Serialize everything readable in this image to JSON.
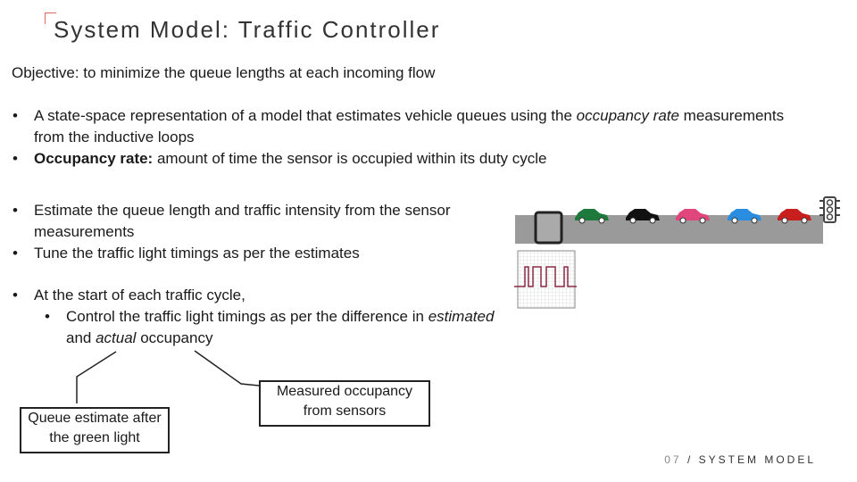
{
  "title": "System Model: Traffic Controller",
  "objective": "Objective: to minimize the queue lengths at each incoming flow",
  "bullets1": {
    "b1_pre": "A state-space representation of a model that estimates vehicle queues using the ",
    "b1_em": "occupancy rate",
    "b1_post": " measurements from the inductive loops",
    "b2_bold": "Occupancy rate:",
    "b2_rest": " amount of time the sensor is occupied within its duty cycle"
  },
  "bullets2": {
    "b1": "Estimate the queue length and traffic intensity from the sensor measurements",
    "b2": "Tune the traffic light timings as per the estimates"
  },
  "bullets3": {
    "b1": "At the start of each traffic cycle,",
    "sub_pre": "Control the traffic light timings as per the difference in ",
    "sub_em1": "estimated",
    "sub_mid": " and ",
    "sub_em2": "actual",
    "sub_post": " occupancy"
  },
  "callouts": {
    "queue_estimate": "Queue estimate after the green light",
    "measured": "Measured occupancy from sensors"
  },
  "footer": {
    "page": "07",
    "sep": "/",
    "section": "SYSTEM MODEL"
  },
  "car_colors": [
    "#1e7a3c",
    "#111111",
    "#e0457b",
    "#2a8de0",
    "#c81e1e"
  ],
  "bullet_char": "•"
}
